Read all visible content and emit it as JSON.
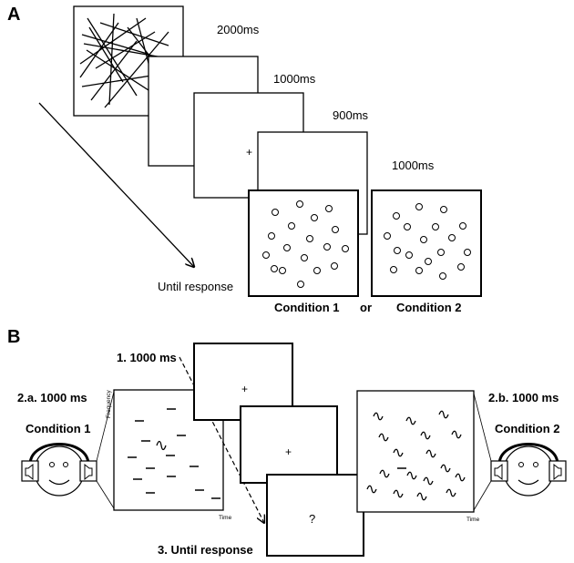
{
  "panel_a": {
    "label": "A",
    "durations": {
      "mask": "2000ms",
      "blank": "1000ms",
      "fixation": "900ms",
      "stimulus": "1000ms"
    },
    "fixation_symbol": "+",
    "response_label": "Until response",
    "condition1_label": "Condition 1",
    "or_label": "or",
    "condition2_label": "Condition 2"
  },
  "panel_b": {
    "label": "B",
    "step1": "1. 1000 ms",
    "step2a": "2.a. 1000 ms",
    "step2b": "2.b. 1000 ms",
    "step3": "3. Until response",
    "condition1_label": "Condition 1",
    "condition2_label": "Condition 2",
    "axis_frequency": "Frequency",
    "axis_time": "Time",
    "fixation_symbol": "+",
    "question_symbol": "?"
  }
}
